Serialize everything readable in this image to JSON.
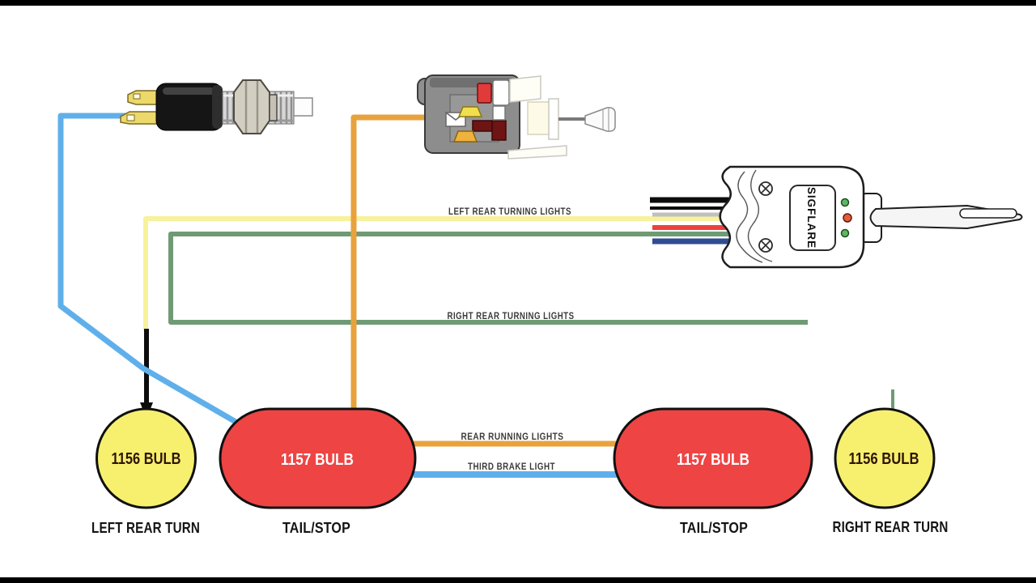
{
  "colors": {
    "background": "#ffffff",
    "letterbox": "#000000",
    "wire_blue": "#5fb0ea",
    "wire_yellow": "#f7f29b",
    "wire_green": "#6f9b74",
    "wire_orange": "#e8a23d",
    "wire_black": "#0c0c0c",
    "wire_white": "#c0c0c0",
    "wire_red": "#ee4040",
    "wire_navy": "#2f4d90",
    "bulb_red": "#ee4444",
    "bulb_yellow": "#f7f06f",
    "led_green": "#5cb763",
    "led_red": "#e85c3a"
  },
  "wire_labels": {
    "left_rear_turning": "LEFT REAR TURNING LIGHTS",
    "right_rear_turning": "RIGHT REAR TURNING LIGHTS",
    "rear_running": "REAR RUNNING LIGHTS",
    "third_brake": "THIRD BRAKE LIGHT"
  },
  "device": {
    "label": "SIGFLARE"
  },
  "bulbs": {
    "left_turn": {
      "text": "1156 BULB",
      "caption": "LEFT REAR TURN"
    },
    "left_tail": {
      "text": "1157 BULB",
      "caption": "TAIL/STOP"
    },
    "right_tail": {
      "text": "1157 BULB",
      "caption": "TAIL/STOP"
    },
    "right_turn": {
      "text": "1156 BULB",
      "caption": "RIGHT REAR TURN"
    }
  }
}
